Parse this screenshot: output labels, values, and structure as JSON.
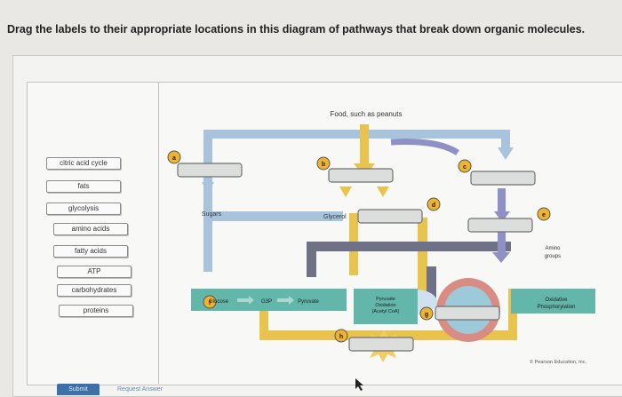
{
  "question": "Drag the labels to their appropriate locations in this diagram of pathways that break down organic molecules.",
  "labels": [
    "citric acid cycle",
    "fats",
    "glycolysis",
    "amino acids",
    "fatty acids",
    "ATP",
    "carbohydrates",
    "proteins"
  ],
  "diagram": {
    "food": "Food, such as peanuts",
    "sugars": "Sugars",
    "glycerol": "Glycerol",
    "amino_groups_1": "Amino",
    "amino_groups_2": "groups",
    "glucose": "Glucose",
    "g3p": "G3P",
    "pyruvate": "Pyruvate",
    "pyruvate_oxidation_1": "Pyruvate",
    "pyruvate_oxidation_2": "Oxidation",
    "pyruvate_oxidation_3": "(Acetyl CoA)",
    "oxidative_1": "Oxidative",
    "oxidative_2": "Phosphorylation",
    "copyright": "© Pearson Education, Inc.",
    "markers": {
      "a": "a",
      "b": "b",
      "c": "c",
      "d": "d",
      "e": "e",
      "f": "f",
      "g": "g",
      "h": "h"
    }
  },
  "actions": {
    "submit": "Submit",
    "request_answer": "Request Answer"
  },
  "colors": {
    "blue_path": "#a8c4dc",
    "yellow_path": "#e8c34d",
    "gray_path": "#6f7186",
    "violet_arrow": "#8e90c6",
    "teal_panel": "#62b6aa",
    "marker": "#f0b330"
  }
}
